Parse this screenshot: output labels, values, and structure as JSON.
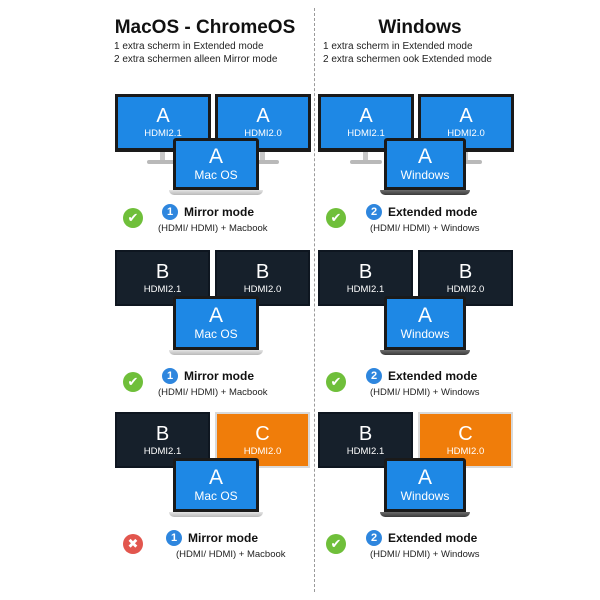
{
  "header": {
    "left_title": "MacOS - ChromeOS",
    "left_lines": [
      "1 extra scherm in Extended mode",
      "2 extra schermen alleen Mirror mode"
    ],
    "right_title": "Windows",
    "right_lines": [
      "1 extra scherm in Extended mode",
      "2 extra schermen ook Extended mode"
    ]
  },
  "rows": [
    {
      "left": {
        "monitor1": {
          "letter": "A",
          "port": "HDMI2.1",
          "style": "blue"
        },
        "monitor2": {
          "letter": "A",
          "port": "HDMI2.0",
          "style": "blue"
        },
        "laptop": {
          "letter": "A",
          "os": "Mac OS"
        },
        "status": "ok",
        "badge": "1",
        "mode": "Mirror mode",
        "connection": "(HDMI/ HDMI) + Macbook"
      },
      "right": {
        "monitor1": {
          "letter": "A",
          "port": "HDMI2.1",
          "style": "blue"
        },
        "monitor2": {
          "letter": "A",
          "port": "HDMI2.0",
          "style": "blue"
        },
        "laptop": {
          "letter": "A",
          "os": "Windows"
        },
        "status": "ok",
        "badge": "2",
        "mode": "Extended mode",
        "connection": "(HDMI/ HDMI) + Windows"
      }
    },
    {
      "left": {
        "monitor1": {
          "letter": "B",
          "port": "HDMI2.1",
          "style": "dark"
        },
        "monitor2": {
          "letter": "B",
          "port": "HDMI2.0",
          "style": "dark"
        },
        "laptop": {
          "letter": "A",
          "os": "Mac OS"
        },
        "status": "ok",
        "badge": "1",
        "mode": "Mirror mode",
        "connection": "(HDMI/ HDMI) + Macbook"
      },
      "right": {
        "monitor1": {
          "letter": "B",
          "port": "HDMI2.1",
          "style": "dark"
        },
        "monitor2": {
          "letter": "B",
          "port": "HDMI2.0",
          "style": "dark"
        },
        "laptop": {
          "letter": "A",
          "os": "Windows"
        },
        "status": "ok",
        "badge": "2",
        "mode": "Extended mode",
        "connection": "(HDMI/ HDMI) + Windows"
      }
    },
    {
      "left": {
        "monitor1": {
          "letter": "B",
          "port": "HDMI2.1",
          "style": "dark"
        },
        "monitor2": {
          "letter": "C",
          "port": "HDMI2.0",
          "style": "orange"
        },
        "laptop": {
          "letter": "A",
          "os": "Mac OS"
        },
        "status": "no",
        "badge": "1",
        "mode": "Mirror mode",
        "connection": "(HDMI/ HDMI) + Macbook"
      },
      "right": {
        "monitor1": {
          "letter": "B",
          "port": "HDMI2.1",
          "style": "dark"
        },
        "monitor2": {
          "letter": "C",
          "port": "HDMI2.0",
          "style": "orange"
        },
        "laptop": {
          "letter": "A",
          "os": "Windows"
        },
        "status": "ok",
        "badge": "2",
        "mode": "Extended mode",
        "connection": "(HDMI/ HDMI) + Windows"
      }
    }
  ]
}
